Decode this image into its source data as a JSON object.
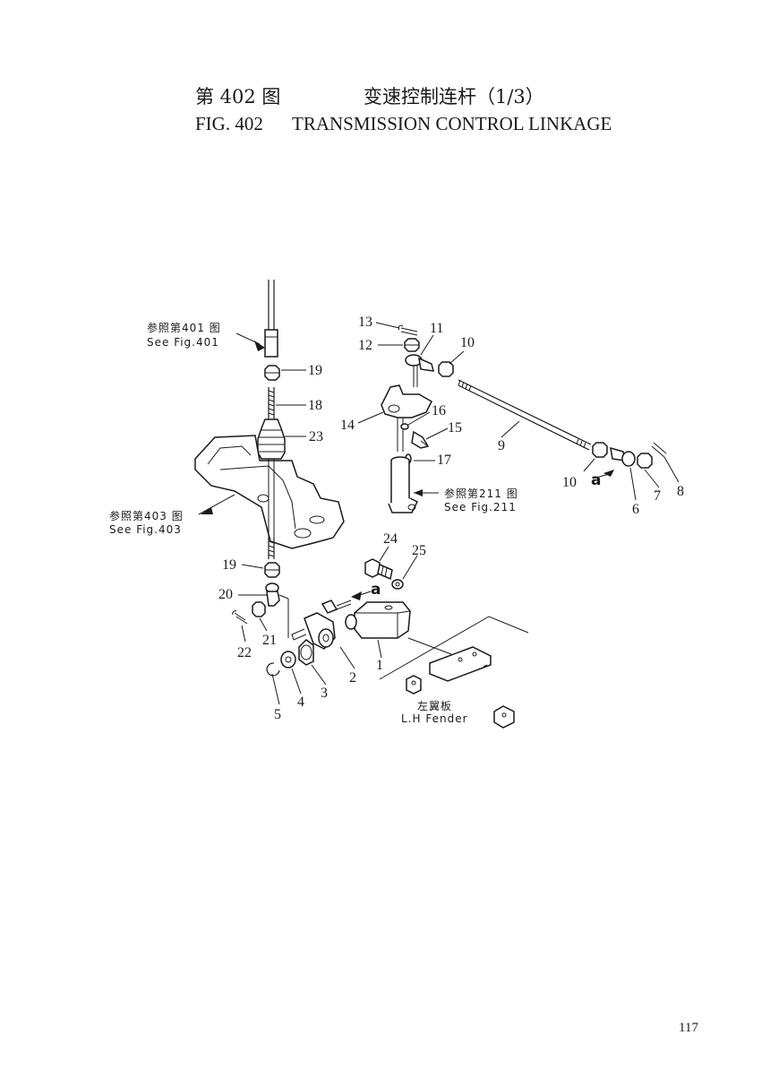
{
  "title": {
    "fig_cn": "第 402 图",
    "name_cn": "变速控制连杆（1/3）",
    "fig_en": "FIG. 402",
    "name_en": "TRANSMISSION CONTROL LINKAGE"
  },
  "references": {
    "fig401_cn": "参照第401 图",
    "fig401_en": "See Fig.401",
    "fig403_cn": "参照第403 图",
    "fig403_en": "See Fig.403",
    "fig211_cn": "参照第211 图",
    "fig211_en": "See Fig.211",
    "fender_cn": "左翼板",
    "fender_en": "L.H Fender"
  },
  "callouts": {
    "c1": "1",
    "c2": "2",
    "c3": "3",
    "c4": "4",
    "c5": "5",
    "c6": "6",
    "c7": "7",
    "c8": "8",
    "c9": "9",
    "c10a": "10",
    "c10b": "10",
    "c11": "11",
    "c12": "12",
    "c13": "13",
    "c14": "14",
    "c15": "15",
    "c16": "16",
    "c17": "17",
    "c18": "18",
    "c19a": "19",
    "c19b": "19",
    "c20": "20",
    "c21": "21",
    "c22": "22",
    "c23": "23",
    "c24": "24",
    "c25": "25"
  },
  "markers": {
    "a1": "a",
    "a2": "a"
  },
  "page_number": "117"
}
